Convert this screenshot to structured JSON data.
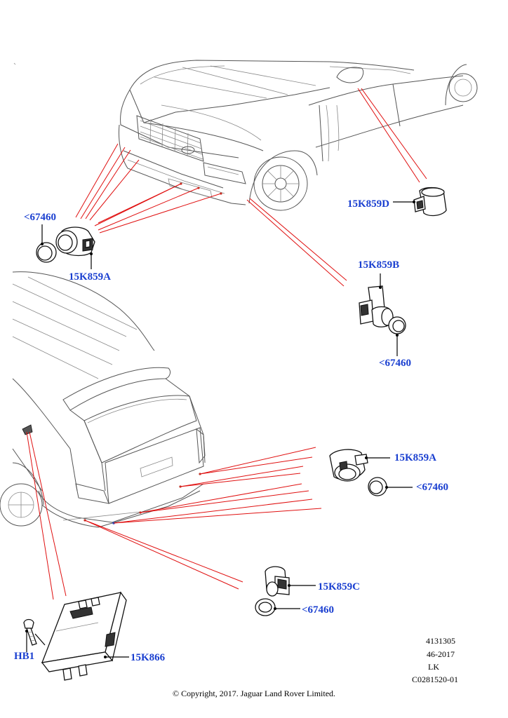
{
  "callouts": {
    "front_clip_left": "<67460",
    "front_sensor_a": "15K859A",
    "front_sensor_d": "15K859D",
    "front_sensor_b": "15K859B",
    "front_clip_b": "<67460",
    "rear_sensor_a": "15K859A",
    "rear_clip_a": "<67460",
    "rear_sensor_c": "15K859C",
    "rear_clip_c": "<67460",
    "bolt": "HB1",
    "module": "15K866"
  },
  "metadata": {
    "line1": "4131305",
    "line2": "46-2017",
    "line3": "LK",
    "line4": "C0281520-01"
  },
  "copyright": "© Copyright, 2017. Jaguar Land Rover Limited.",
  "colors": {
    "callout_text": "#1a3fd0",
    "leader_line": "#e01010",
    "outline": "#555555"
  }
}
